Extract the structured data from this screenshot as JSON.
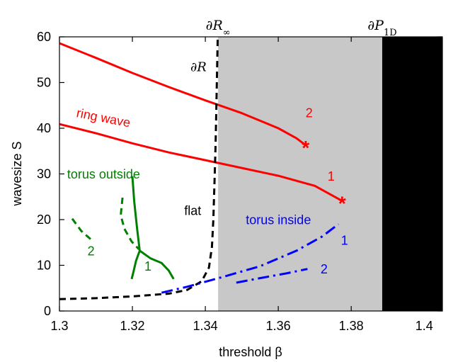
{
  "chart_data": {
    "type": "line",
    "xlabel": "threshold β",
    "ylabel": "wavesize S",
    "xlim": [
      1.3,
      1.405
    ],
    "ylim": [
      0,
      60
    ],
    "xticks": [
      {
        "v": 1.3,
        "label": "1.3"
      },
      {
        "v": 1.32,
        "label": "1.32"
      },
      {
        "v": 1.34,
        "label": "1.34"
      },
      {
        "v": 1.36,
        "label": "1.36"
      },
      {
        "v": 1.38,
        "label": "1.38"
      },
      {
        "v": 1.4,
        "label": "1.4"
      }
    ],
    "yticks": [
      {
        "v": 0,
        "label": "0"
      },
      {
        "v": 10,
        "label": "10"
      },
      {
        "v": 20,
        "label": "20"
      },
      {
        "v": 30,
        "label": "30"
      },
      {
        "v": 40,
        "label": "40"
      },
      {
        "v": 50,
        "label": "50"
      },
      {
        "v": 60,
        "label": "60"
      }
    ],
    "colors": {
      "red": "#ff0000",
      "green": "#008000",
      "blue": "#0000ff",
      "black": "#000000",
      "gray": "#c8c8c8"
    },
    "regions": [
      {
        "from": 1.3435,
        "to": 1.3885,
        "color": "#c8c8c8"
      },
      {
        "from": 1.3885,
        "to": 1.405,
        "color": "#000000"
      }
    ],
    "boundary_labels": [
      {
        "base": "∂R",
        "sub": "∞",
        "x": 1.3435
      },
      {
        "base": "∂P",
        "sub": "1D",
        "x": 1.3885
      }
    ],
    "series": [
      {
        "id": "ring-wave-2",
        "color": "#ff0000",
        "dash": "solid",
        "marker_at_end": "*",
        "points": [
          [
            1.3,
            58.6
          ],
          [
            1.31,
            55.4
          ],
          [
            1.32,
            52.1
          ],
          [
            1.33,
            49.0
          ],
          [
            1.34,
            46.1
          ],
          [
            1.35,
            43.3
          ],
          [
            1.36,
            40.0
          ],
          [
            1.365,
            37.8
          ],
          [
            1.3675,
            36.3
          ]
        ]
      },
      {
        "id": "ring-wave-1",
        "color": "#ff0000",
        "dash": "solid",
        "marker_at_end": "*",
        "points": [
          [
            1.3,
            40.9
          ],
          [
            1.31,
            38.9
          ],
          [
            1.32,
            36.7
          ],
          [
            1.33,
            34.7
          ],
          [
            1.34,
            33.0
          ],
          [
            1.35,
            31.3
          ],
          [
            1.36,
            29.6
          ],
          [
            1.37,
            27.4
          ],
          [
            1.3775,
            24.1
          ]
        ]
      },
      {
        "id": "boundary-dR",
        "color": "#000000",
        "dash": "dashed",
        "points": [
          [
            1.3,
            2.6
          ],
          [
            1.31,
            2.8
          ],
          [
            1.32,
            3.2
          ],
          [
            1.33,
            3.8
          ],
          [
            1.335,
            4.6
          ],
          [
            1.339,
            6.5
          ],
          [
            1.341,
            9.5
          ],
          [
            1.3418,
            14
          ],
          [
            1.3422,
            20
          ],
          [
            1.3425,
            28
          ],
          [
            1.3428,
            36
          ],
          [
            1.343,
            44
          ],
          [
            1.3432,
            52
          ],
          [
            1.3434,
            60
          ]
        ]
      },
      {
        "id": "torus-outside-1",
        "color": "#008000",
        "dash": "solid",
        "points": [
          [
            1.32,
            29.5
          ],
          [
            1.3205,
            24
          ],
          [
            1.3213,
            18
          ],
          [
            1.322,
            13.2
          ],
          [
            1.321,
            11
          ],
          [
            1.3203,
            8.6
          ],
          [
            1.3198,
            7.0
          ]
        ]
      },
      {
        "id": "torus-outside-1-branch",
        "color": "#008000",
        "dash": "solid",
        "points": [
          [
            1.322,
            13.2
          ],
          [
            1.325,
            11.5
          ],
          [
            1.328,
            10.5
          ],
          [
            1.33,
            8.8
          ],
          [
            1.3313,
            7.0
          ]
        ]
      },
      {
        "id": "torus-outside-2a",
        "color": "#008000",
        "dash": "dashed",
        "points": [
          [
            1.3173,
            24.8
          ],
          [
            1.3168,
            21
          ],
          [
            1.3178,
            18.0
          ],
          [
            1.3198,
            15.2
          ],
          [
            1.3218,
            13.5
          ]
        ]
      },
      {
        "id": "torus-outside-2b",
        "color": "#008000",
        "dash": "dashed",
        "points": [
          [
            1.3035,
            20.2
          ],
          [
            1.306,
            17.5
          ],
          [
            1.309,
            15.4
          ]
        ]
      },
      {
        "id": "torus-inside-1",
        "color": "#0000ff",
        "dash": "dashdot",
        "points": [
          [
            1.328,
            4.0
          ],
          [
            1.335,
            5.3
          ],
          [
            1.345,
            7.5
          ],
          [
            1.355,
            9.8
          ],
          [
            1.365,
            13.2
          ],
          [
            1.372,
            16.3
          ],
          [
            1.3765,
            19.0
          ]
        ]
      },
      {
        "id": "torus-inside-2",
        "color": "#0000ff",
        "dash": "dashdot",
        "points": [
          [
            1.3485,
            6.2
          ],
          [
            1.355,
            7.2
          ],
          [
            1.362,
            8.2
          ],
          [
            1.368,
            9.2
          ]
        ]
      }
    ],
    "annotations": [
      {
        "text": "ring wave",
        "x": 1.3045,
        "y": 42.5,
        "color": "#ff0000",
        "rotate": 11
      },
      {
        "text": "2",
        "x": 1.3675,
        "y": 42.4,
        "color": "#ff0000",
        "rotate": 0
      },
      {
        "text": "1",
        "x": 1.3735,
        "y": 28.5,
        "color": "#ff0000",
        "rotate": 0
      },
      {
        "text": "torus outside",
        "x": 1.3021,
        "y": 29.0,
        "color": "#008000",
        "rotate": 0
      },
      {
        "text": "2",
        "x": 1.3077,
        "y": 12.2,
        "color": "#008000",
        "rotate": 0
      },
      {
        "text": "1",
        "x": 1.3233,
        "y": 8.8,
        "color": "#008000",
        "rotate": 0
      },
      {
        "text": "torus inside",
        "x": 1.3511,
        "y": 19.0,
        "color": "#0000ff",
        "rotate": 0
      },
      {
        "text": "1",
        "x": 1.3772,
        "y": 14.5,
        "color": "#0000ff",
        "rotate": 0
      },
      {
        "text": "2",
        "x": 1.3716,
        "y": 8.2,
        "color": "#0000ff",
        "rotate": 0
      },
      {
        "text": "flat",
        "x": 1.3342,
        "y": 21.0,
        "color": "#000000",
        "rotate": 0
      },
      {
        "text": "∂R",
        "x": 1.3359,
        "y": 52.5,
        "color": "#000000",
        "rotate": 0
      }
    ]
  }
}
